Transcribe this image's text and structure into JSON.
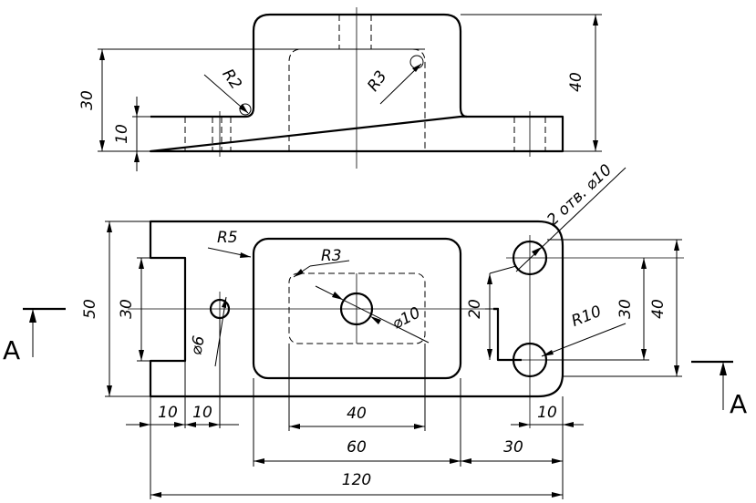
{
  "top_view": {
    "dim_height_total": "40",
    "dim_height_upper": "30",
    "dim_base_thickness": "10",
    "radius_outer": "R2",
    "radius_inner": "R3"
  },
  "plan_view": {
    "radius_corner": "R5",
    "radius_pocket": "R3",
    "hole_center": "⌀10",
    "hole_small": "⌀6",
    "holes_note": "2 отв. ⌀10",
    "radius_right": "R10",
    "dim_height_50": "50",
    "dim_height_30": "30",
    "dim_holes_20": "20",
    "dim_holes_30": "30",
    "dim_holes_40": "40",
    "dim_left_10a": "10",
    "dim_left_10b": "10",
    "dim_pocket_40": "40",
    "dim_boss_60": "60",
    "dim_total_120": "120",
    "dim_right_10": "10",
    "dim_right_30": "30"
  },
  "section": {
    "left_label": "A",
    "right_label": "A"
  }
}
